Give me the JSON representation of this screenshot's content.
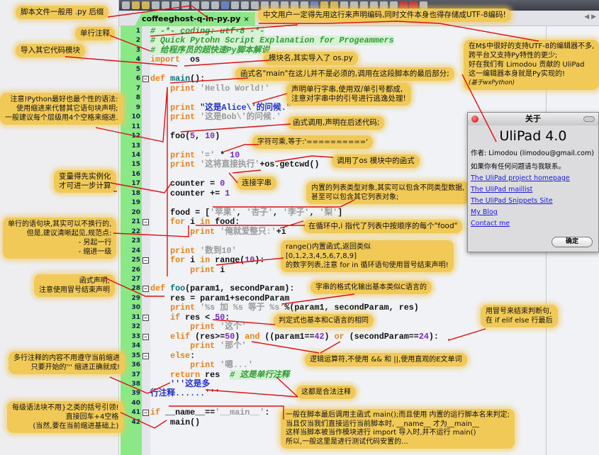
{
  "tab": {
    "filename": "coffeeghost-q-in-py.py",
    "close": "×"
  },
  "tab_nav": "◀ ▶",
  "code_lines": [
    [
      [
        "c",
        "# -*- coding: utf-8 -*-"
      ]
    ],
    [
      [
        "c",
        "# Quick Pytohn Script Explanation for Progeammers"
      ]
    ],
    [
      [
        "c",
        "# 给程序员的超快速Py脚本解说"
      ]
    ],
    [
      [
        "k",
        "import"
      ],
      [
        "",
        "  os"
      ]
    ],
    [],
    [
      [
        "k",
        "def "
      ],
      [
        "f",
        "main"
      ],
      [
        "",
        "():"
      ]
    ],
    [
      [
        "",
        "    "
      ],
      [
        "k",
        "print "
      ],
      [
        "s",
        "'Hello World!'"
      ]
    ],
    [],
    [
      [
        "",
        "    "
      ],
      [
        "k",
        "print "
      ],
      [
        "d",
        "\"这是Alice\\'的问候.\""
      ]
    ],
    [
      [
        "",
        "    "
      ],
      [
        "k",
        "print "
      ],
      [
        "s",
        "'这是Bob\\'的问候.'"
      ]
    ],
    [],
    [
      [
        "",
        "    foo("
      ],
      [
        "n",
        "5"
      ],
      [
        "",
        ", "
      ],
      [
        "n",
        "10"
      ],
      [
        "",
        ")"
      ]
    ],
    [],
    [
      [
        "",
        "    "
      ],
      [
        "k",
        "print "
      ],
      [
        "s",
        "'='"
      ],
      [
        "",
        " * "
      ],
      [
        "n",
        "10"
      ]
    ],
    [
      [
        "",
        "    "
      ],
      [
        "k",
        "print "
      ],
      [
        "s",
        "'这将直接执行'"
      ],
      [
        "",
        "+os.getcwd()"
      ]
    ],
    [],
    [
      [
        "",
        "    counter = "
      ],
      [
        "n",
        "0"
      ]
    ],
    [
      [
        "",
        "    counter += "
      ],
      [
        "n",
        "1"
      ]
    ],
    [],
    [
      [
        "",
        "    food = ["
      ],
      [
        "s",
        "'苹果'"
      ],
      [
        "",
        ", "
      ],
      [
        "s",
        "'杏子'"
      ],
      [
        "",
        ", "
      ],
      [
        "s",
        "'李子'"
      ],
      [
        "",
        ", "
      ],
      [
        "s",
        "'梨'"
      ],
      [
        "",
        "]"
      ]
    ],
    [
      [
        "",
        "    "
      ],
      [
        "k",
        "for "
      ],
      [
        "",
        "i "
      ],
      [
        "k",
        "in"
      ],
      [
        "",
        " food:"
      ]
    ],
    [
      [
        "",
        "        "
      ],
      [
        "k",
        "print "
      ],
      [
        "s",
        "'俺就爱整只:'"
      ],
      [
        "",
        "+i"
      ]
    ],
    [],
    [
      [
        "",
        "    "
      ],
      [
        "k",
        "print "
      ],
      [
        "s",
        "'数到10'"
      ]
    ],
    [
      [
        "",
        "    "
      ],
      [
        "k",
        "for "
      ],
      [
        "",
        "i "
      ],
      [
        "k",
        "in"
      ],
      [
        "",
        " range("
      ],
      [
        "n",
        "10"
      ],
      [
        "",
        "):"
      ]
    ],
    [
      [
        "",
        "        "
      ],
      [
        "k",
        "print "
      ],
      [
        "",
        "i"
      ]
    ],
    [],
    [
      [
        "k",
        "def "
      ],
      [
        "f",
        "foo"
      ],
      [
        "",
        "(param1, secondParam):"
      ]
    ],
    [
      [
        "",
        "    res = param1+secondParam"
      ]
    ],
    [
      [
        "",
        "    "
      ],
      [
        "k",
        "print "
      ],
      [
        "s",
        "'%s 加 %s 等于 %s'"
      ],
      [
        "",
        "%(param1, secondParam, res)"
      ]
    ],
    [
      [
        "",
        "    "
      ],
      [
        "k",
        "if "
      ],
      [
        "",
        "res < "
      ],
      [
        "n",
        "50"
      ],
      [
        "",
        ":"
      ]
    ],
    [
      [
        "",
        "        "
      ],
      [
        "k",
        "print "
      ],
      [
        "s",
        "'这个'"
      ]
    ],
    [
      [
        "",
        "    "
      ],
      [
        "k",
        "elif "
      ],
      [
        "",
        "(res>="
      ],
      [
        "n",
        "50"
      ],
      [
        "",
        ") "
      ],
      [
        "k",
        "and"
      ],
      [
        "",
        " ((param1=="
      ],
      [
        "n",
        "42"
      ],
      [
        "",
        ") "
      ],
      [
        "k",
        "or"
      ],
      [
        "",
        " (secondParam=="
      ],
      [
        "n",
        "24"
      ],
      [
        "",
        "):"
      ]
    ],
    [
      [
        "",
        "        "
      ],
      [
        "k",
        "print "
      ],
      [
        "s",
        "'那个'"
      ]
    ],
    [
      [
        "",
        "    "
      ],
      [
        "k",
        "else"
      ],
      [
        "",
        ":"
      ]
    ],
    [
      [
        "",
        "        "
      ],
      [
        "k",
        "print "
      ],
      [
        "s",
        "'嗯...'"
      ]
    ],
    [
      [
        "",
        "    "
      ],
      [
        "k",
        "return "
      ],
      [
        "",
        "res  "
      ],
      [
        "c",
        "# 这是单行注释"
      ]
    ],
    [
      [
        "",
        "    "
      ],
      [
        "d",
        "'''这是多"
      ]
    ],
    [
      [
        "d",
        "行注释......'''"
      ]
    ],
    [],
    [
      [
        "k",
        "if "
      ],
      [
        "",
        "__name__=="
      ],
      [
        "s",
        "'__main__'"
      ],
      [
        "",
        ":"
      ]
    ],
    [
      [
        "",
        "    main()"
      ]
    ]
  ],
  "fold_lines": [
    6,
    21,
    25,
    28,
    31,
    33,
    35,
    41
  ],
  "callouts": {
    "py_suffix": "脚本文件一般用 .py 后缀",
    "single_comment": "单行注释",
    "import_module": "导入其它代码模块",
    "encoding": "中文用户一定得先用这行来声明编码,同时文件本身也得存储成UTF-8编码!",
    "module_name": "模块名,其实导入了 os.py",
    "main_name": "函式名\"main\"在这儿并不是必须的,调用在这段脚本的最后部分;",
    "string_decl": "声明单行字串,使用双/单引号都成,\n注意对字串中的引号进行逃逸处理!",
    "func_call": "函式调用,声明在后述代码;",
    "ulipad": "在M$中很好的支持UTF-8的编辑器不多,\n跨平台又支持Py特性的更少;\n好在我们有 Limodou 贡献的 UliPad\n这一编辑器本身就是Py实现的!",
    "ulipad_note": "(基于wxPython)",
    "indent": "注意!Python最好也最个性的语法:\n使用缩进来代替其它语句块声明;\n一般建议每个层级用4个空格来缩进.",
    "str_mult": "字符可乘,等于:'=========='",
    "os_func": "调用了os 模块中的函式",
    "var_init": "变量得先实例化\n才可进一步计算",
    "concat": "连接字串",
    "list_obj": "内置的列表类型对象,其实可以包含不同类型数据,\n甚至可以包含其它列表对象;",
    "one_line_block": "单行的语句块,其实可以不换行的,\n但是,建议清晰起见,规范点:\n- 另起一行\n- 缩进一级",
    "loop_i": "在循环中,i 指代了列表中按顺序的每个\"food\"",
    "range": "range()内置函式,返回类似\n[0,1,2,3,4,5,6,7,8,9]\n的数字列表,注意 for in 循环语句使用冒号结束声明!",
    "func_decl": "函式声明,\n注意使用冒号结束声明",
    "format": "字串的格式化输出基本类似C语言的",
    "condition": "判定式也基本和C语言的相同",
    "colon": "用冒号来结束判断句,\n在 if elif else 行最后",
    "logic": "逻辑运算符,不使用 && 和 ||,使用直观的E文单词",
    "multiline_comment": "多行注释的内容不用遵守当前缩进\n只要开始的''' 缩进正确就成!",
    "legal_comment": "这都是合法注释",
    "no_braces": "每级语法块不用}之类的括号引领!\n直接回车+4空格\n(当然,要在当前缩进基础上)",
    "main_call": "一般在脚本最后调用主函式 main();而且使用 内置的运行脚本名来判定;\n当且仅当我们直接运行当前脚本时, __name__ 才为__main__\n这样当脚本被当作模块进行 import 导入时,并不运行 main()\n所以,一般这里是进行测试代码安置的..."
  },
  "about": {
    "title": "关于",
    "app": "UliPad 4.0",
    "author": "作者: Limodou (limodou@gmail.com)",
    "contact_text": "如果你有任何问题请与我联系。",
    "links": [
      "The UliPad project homepage",
      "The UliPad maillist",
      "The UliPad Snippets Site",
      "My Blog",
      "Contact me"
    ],
    "ok": "确定"
  }
}
